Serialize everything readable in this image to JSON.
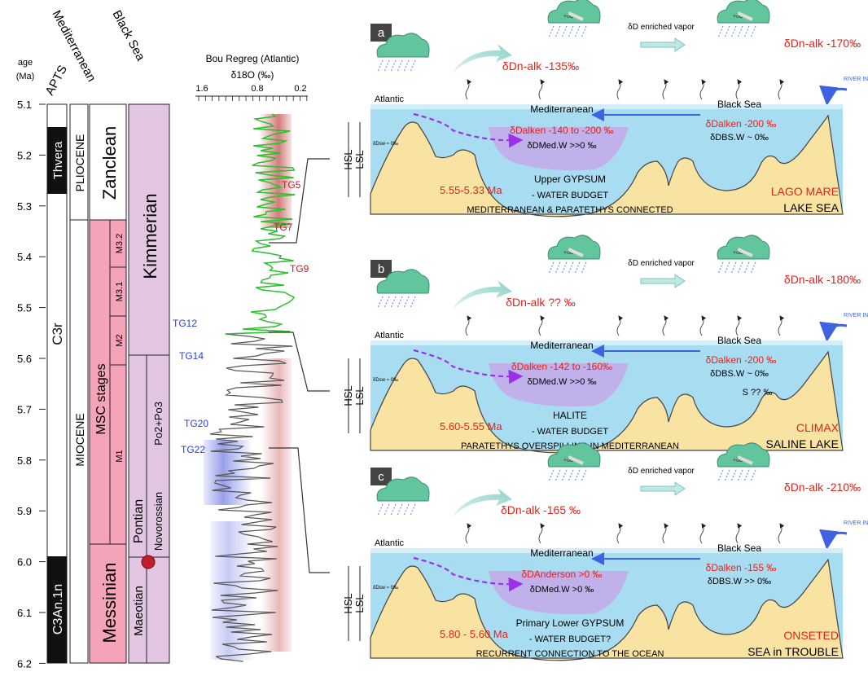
{
  "stratigraphy": {
    "age_label": "age",
    "age_unit": "(Ma)",
    "ages": [
      "5.1",
      "5.2",
      "5.3",
      "5.4",
      "5.5",
      "5.6",
      "5.7",
      "5.8",
      "5.9",
      "6.0",
      "6.1",
      "6.2"
    ],
    "headers": {
      "apts": "APTS",
      "mediterranean": "Mediterranean",
      "black_sea": "Black Sea"
    },
    "apts": {
      "thvera": "Thvera",
      "c3r": "C3r",
      "c3an": "C3An.1n"
    },
    "epochs": {
      "pliocene": "PLIOCENE",
      "miocene": "MIOCENE"
    },
    "med_stages": {
      "zanclean": "Zanclean",
      "messinian": "Messinian",
      "msc": "MSC stages",
      "m32": "M3.2",
      "m31": "M3.1",
      "m2": "M2",
      "m1": "M1"
    },
    "bs_stages": {
      "kimmerian": "Kimmerian",
      "pontian": "Pontian",
      "portaferrian": "Po2+Po3",
      "novorossian": "Novorossian",
      "maeotian": "Maeotian"
    }
  },
  "isotope": {
    "site": "Bou Regreg (Atlantic)",
    "axis_label": "δ18O (‰)",
    "ticks": [
      "1.6",
      "0.8",
      "0.2"
    ],
    "events": {
      "tg5": "TG5",
      "tg7": "TG7",
      "tg9": "TG9",
      "tg12": "TG12",
      "tg14": "TG14",
      "tg20": "TG20",
      "tg22": "TG22"
    }
  },
  "common": {
    "vapor": "δD enriched vapor",
    "river": "RIVER INPUT",
    "hsl": "HSL",
    "lsl": "LSL",
    "atlantic": "Atlantic",
    "mediterranean": "Mediterranean",
    "black_sea": "Black Sea",
    "atl_water": "δDsw ≈ 0‰"
  },
  "panels": [
    {
      "letter": "a",
      "dd_med": "δDn-alk -135‰",
      "dd_bs": "δDn-alk -170‰",
      "age": "5.55-5.33 Ma",
      "med_alken": "δDalken -140 to -200 ‰",
      "med_w": "δDMed.W >>0 ‰",
      "bs_alken": "δDalken -200 ‰",
      "bs_w": "δDBS.W ~ 0‰",
      "deposit": "Upper GYPSUM",
      "budget": "- WATER BUDGET",
      "connection": "MEDITERRANEAN & PARATETHYS CONNECTED",
      "phase": "LAGO MARE",
      "status": "LAKE SEA"
    },
    {
      "letter": "b",
      "dd_med": "δDn-alk ??  ‰",
      "dd_bs": "δDn-alk -180‰",
      "age": "5.60-5.55 Ma",
      "med_alken": "δDalken -142 to -160‰",
      "med_w": "δDMed.W >>0 ‰",
      "bs_alken": "δDalken -200 ‰",
      "bs_w": "δDBS.W ~ 0‰",
      "bs_extra": "S ?? ‰",
      "deposit": "HALITE",
      "budget": "- WATER BUDGET",
      "connection": "PARATETHYS OVERSPILLING IN MEDITERRANEAN",
      "phase": "CLIMAX",
      "status": "SALINE LAKE"
    },
    {
      "letter": "c",
      "dd_med": "δDn-alk -165 ‰",
      "dd_bs": "δDn-alk -210‰",
      "age": "5.80 - 5.60 Ma",
      "med_alken": "δDAnderson >0 ‰",
      "med_w": "δDMed.W >0 ‰",
      "bs_alken": "δDalken -155 ‰",
      "bs_w": "δDBS.W >> 0‰",
      "deposit": "Primary Lower GYPSUM",
      "budget": "- WATER BUDGET?",
      "connection": "RECURRENT CONNECTION TO THE OCEAN",
      "phase": "ONSETED",
      "status": "SEA in TROUBLE"
    }
  ],
  "colors": {
    "red_text": "#e2231a",
    "water": "#a8dcf0",
    "land": "#f9e3a3",
    "basin_salt": "#c9a3ea",
    "messinian_pink": "#f4a3b8",
    "blacksea_lilac": "#e2c6e2",
    "purple_arrow": "#9b30e8",
    "blue_arrow": "#3f63e0",
    "cloud": "#62c59d",
    "curve_green": "#2ec22e",
    "curve_red": "#b41e1e",
    "curve_blue": "#2e3fd8"
  }
}
